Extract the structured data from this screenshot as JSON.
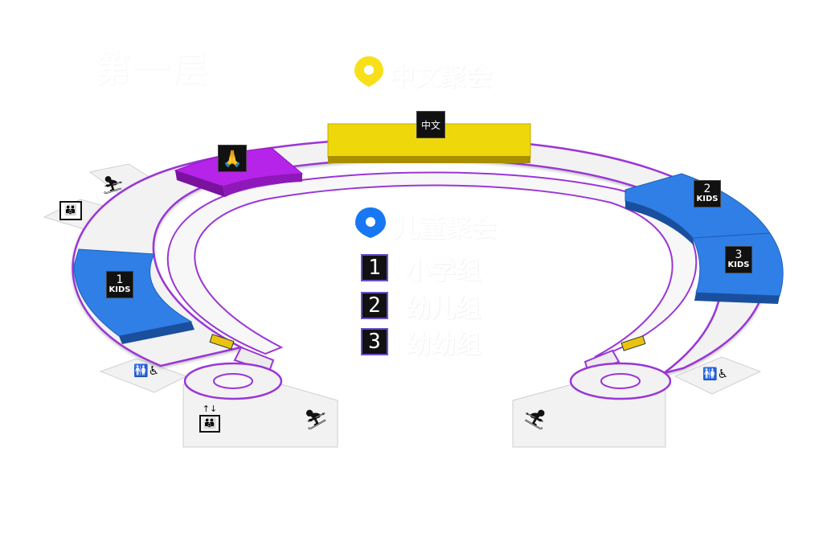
{
  "floor": {
    "title": "第一层"
  },
  "services": {
    "chinese_service": {
      "title": "中文聚会",
      "pin_color": "#f7e01a"
    },
    "children_service": {
      "title": "儿童聚会",
      "pin_color": "#1877f2"
    }
  },
  "legend": [
    {
      "number": "1",
      "label": "小学组"
    },
    {
      "number": "2",
      "label": "幼儿组"
    },
    {
      "number": "3",
      "label": "幼幼组"
    }
  ],
  "rooms": {
    "chinese_hall": {
      "label": "中文",
      "color": "#eed80c"
    },
    "prayer_room": {
      "icon": "praying-hands-icon",
      "color": "#b524e8"
    },
    "kids_1": {
      "number": "1",
      "kids": "KIDS",
      "color": "#2f7fe6"
    },
    "kids_2": {
      "number": "2",
      "kids": "KIDS",
      "color": "#2f7fe6"
    },
    "kids_3": {
      "number": "3",
      "kids": "KIDS",
      "color": "#2f7fe6"
    }
  },
  "facilities": {
    "escalator_left_top": "escalator-icon",
    "restroom_left_top": "restroom-icon",
    "restroom_accessible_left": "restroom-accessible-icon",
    "elevator_left": "elevator-icon",
    "escalator_left_bottom": "escalator-up-icon",
    "escalator_right_bottom": "escalator-down-icon",
    "restroom_accessible_right": "restroom-accessible-icon"
  },
  "colors": {
    "ring_outline": "#9b36d6",
    "floor_fill": "#f2f2f2",
    "door_yellow": "#e8c411"
  }
}
